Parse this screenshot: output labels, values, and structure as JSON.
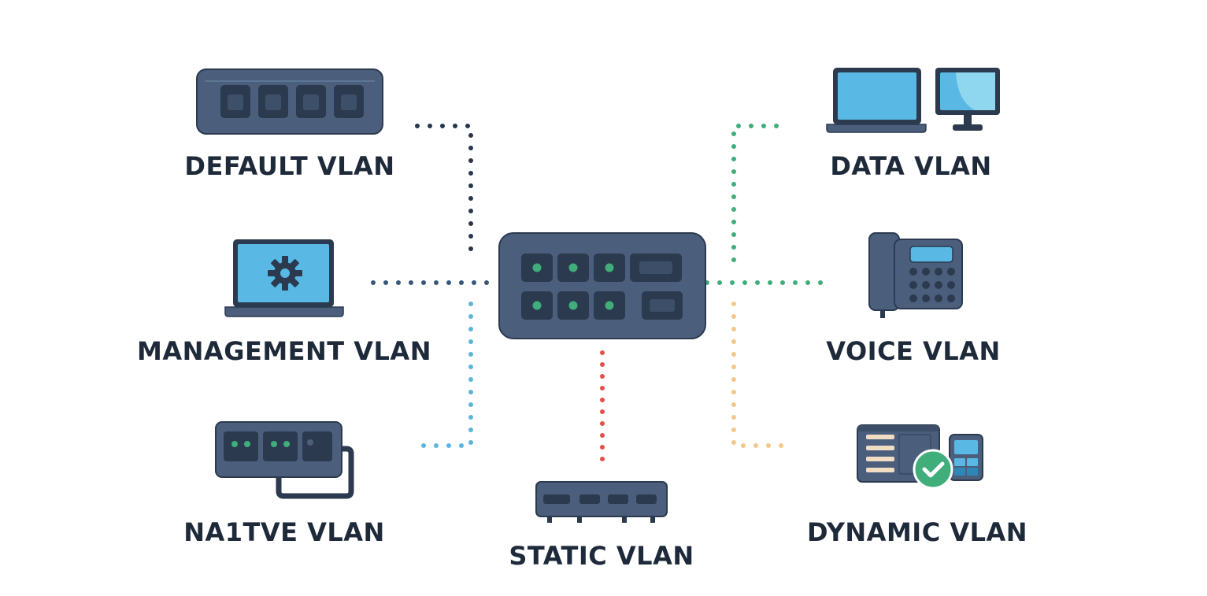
{
  "labels": {
    "default_vlan": "DEFAULT VLAN",
    "management_vlan": "MANAGEMENT VLAN",
    "native_vlan": "NA1TVE VLAN",
    "static_vlan": "STATIC VLAN",
    "data_vlan": "DATA VLAN",
    "voice_vlan": "VOICE VLAN",
    "dynamic_vlan": "DYNAMIC VLAN"
  },
  "colors": {
    "device_body": "#4b5f7d",
    "device_dark": "#2b3a4e",
    "screen_blue": "#59b8e4",
    "port_led_green": "#3fae7a",
    "check_green": "#3fae7a",
    "line_default": "#26374d",
    "line_management": "#36577a",
    "line_native": "#5bb6df",
    "line_static": "#e2504a",
    "line_data": "#3fae7a",
    "line_voice": "#3fae7a",
    "line_dynamic": "#f1c889",
    "text": "#1e2a3a"
  },
  "icons": {
    "central_switch": "network-switch-icon",
    "default_vlan": "switch-icon",
    "management_vlan": "laptop-gear-icon",
    "native_vlan": "patch-switch-icon",
    "static_vlan": "router-icon",
    "data_vlan": "laptop-monitor-icon",
    "voice_vlan": "desk-phone-icon",
    "dynamic_vlan": "server-check-icon"
  }
}
